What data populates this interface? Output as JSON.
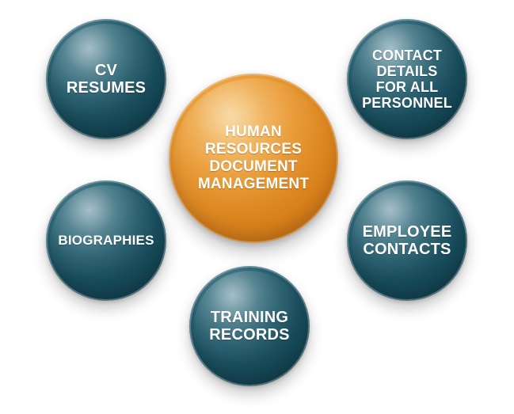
{
  "diagram": {
    "center": {
      "text": "HUMAN\nRESOURCES\nDOCUMENT\nMANAGEMENT"
    },
    "nodes": {
      "cv_resumes": "CV\nRESUMES",
      "contact_details": "CONTACT\nDETAILS\nFOR ALL\nPERSONNEL",
      "biographies": "BIOGRAPHIES",
      "employee_contacts": "EMPLOYEE\nCONTACTS",
      "training_records": "TRAINING\nRECORDS"
    },
    "colors": {
      "teal": "#174a59",
      "orange": "#e78f26",
      "text": "#ffffff"
    }
  }
}
